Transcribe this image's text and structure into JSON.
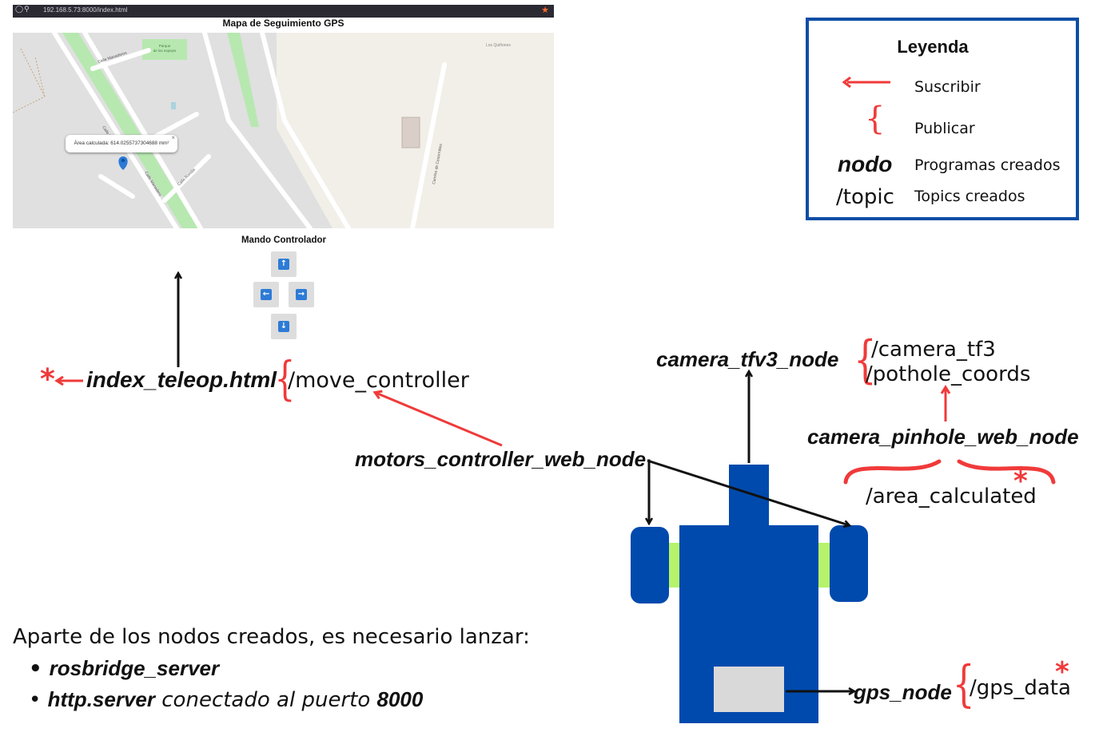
{
  "browser": {
    "url": "192.168.5.73:8000/index.html"
  },
  "map": {
    "title": "Mapa de Seguimiento GPS",
    "popup_text": "Área calculada: 614.0255737304688 mm²",
    "popup_close": "×",
    "streets": [
      "Calle Manaderos",
      "Calle Manadero",
      "Calle Manadero",
      "Calle Rondia",
      "Parque de los espejos",
      "Los Quiñones",
      "Camino de Cesarrubos"
    ]
  },
  "controller": {
    "title": "Mando Controlador",
    "buttons": [
      "up",
      "left",
      "right",
      "down"
    ]
  },
  "legend": {
    "title": "Leyenda",
    "items": [
      {
        "symbol": "",
        "label": "Suscribir"
      },
      {
        "symbol": "{",
        "label": "Publicar"
      },
      {
        "symbol": "nodo",
        "label": "Programas creados"
      },
      {
        "symbol": "/topic",
        "label": "Topics creados"
      }
    ]
  },
  "diagram": {
    "nodes": {
      "index_teleop": "index_teleop.html",
      "motors": "motors_controller_web_node",
      "camera_tfv3": "camera_tfv3_node",
      "camera_pinhole": "camera_pinhole_web_node",
      "gps": "gps_node"
    },
    "topics": {
      "move_controller": "/move_controller",
      "camera_tf3": "/camera_tf3",
      "pothole_coords": "/pothole_coords",
      "area_calculated": "/area_calculated",
      "gps_data": "/gps_data"
    },
    "asterisk": "*",
    "colors": {
      "robot": "#004aad",
      "axle": "#b6f36b",
      "gps_box": "#d9d9d9",
      "accent": "#f03a3a"
    }
  },
  "footer": {
    "intro": "Aparte de los nodos creados, es necesario lanzar:",
    "items": [
      {
        "bold": "rosbridge_server",
        "rest": ""
      },
      {
        "bold": "http.server",
        "rest": " conectado al puerto ",
        "bold2": "8000"
      }
    ]
  }
}
